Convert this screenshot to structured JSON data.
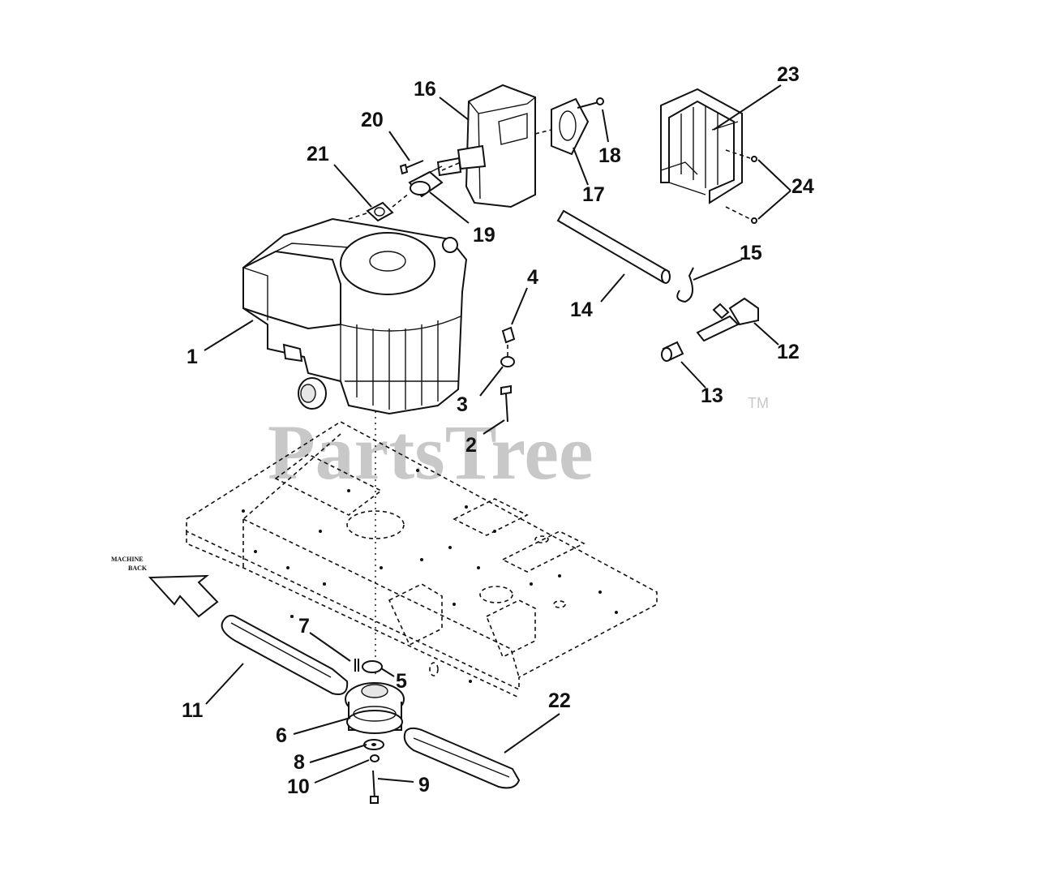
{
  "watermark": {
    "text": "PartsTree",
    "trademark": "TM"
  },
  "machine_back": {
    "line1": "MACHINE",
    "line2": "BACK"
  },
  "callouts": {
    "c1": "1",
    "c2": "2",
    "c3": "3",
    "c4": "4",
    "c5": "5",
    "c6": "6",
    "c7": "7",
    "c8": "8",
    "c9": "9",
    "c10": "10",
    "c11": "11",
    "c12": "12",
    "c13": "13",
    "c14": "14",
    "c15": "15",
    "c16": "16",
    "c17": "17",
    "c18": "18",
    "c19": "19",
    "c20": "20",
    "c21": "21",
    "c22": "22",
    "c23": "23",
    "c24": "24"
  }
}
